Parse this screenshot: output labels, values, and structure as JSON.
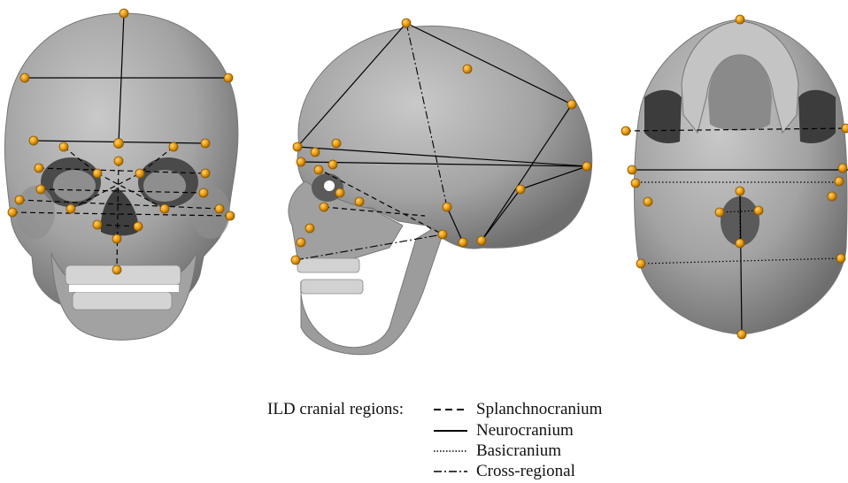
{
  "legend": {
    "title": "ILD cranial regions:",
    "items": [
      {
        "key": "splanchnocranium",
        "label": "Splanchnocranium",
        "style": "dashed"
      },
      {
        "key": "neurocranium",
        "label": "Neurocranium",
        "style": "solid"
      },
      {
        "key": "basicranium",
        "label": "Basicranium",
        "style": "dotted"
      },
      {
        "key": "cross",
        "label": "Cross-regional",
        "style": "dash-dot"
      }
    ]
  },
  "colors": {
    "landmark": "#e89a0c",
    "landmark_edge": "#8a5600",
    "skull_fill": "#a9a9a9",
    "skull_shadow": "#6c6c6c",
    "line": "#000000"
  },
  "views": [
    {
      "key": "frontal",
      "name": "frontal-view"
    },
    {
      "key": "lateral",
      "name": "lateral-view"
    },
    {
      "key": "basal",
      "name": "basal-view"
    }
  ]
}
